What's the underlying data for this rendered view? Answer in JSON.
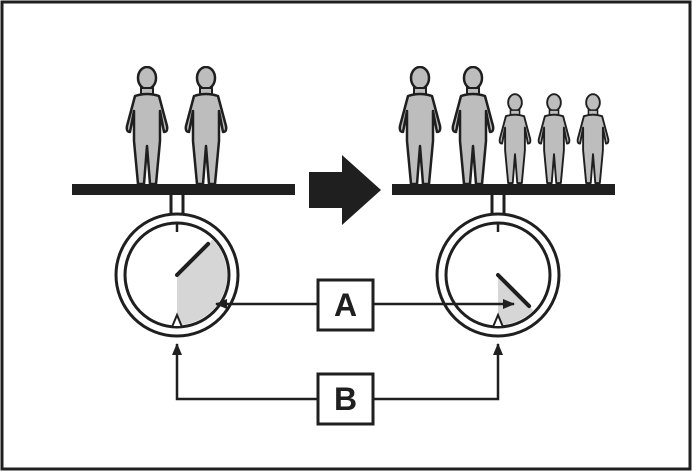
{
  "labels": {
    "a": "A",
    "b": "B"
  },
  "scale_before": {
    "people": [
      "adult",
      "adult"
    ],
    "needle_angle_deg": 45,
    "marker_angle_deg": 180
  },
  "scale_after": {
    "people": [
      "adult",
      "adult",
      "child",
      "child",
      "child"
    ],
    "needle_angle_deg": 135,
    "marker_angle_deg": 180
  },
  "colors": {
    "ink": "#1f1f1f",
    "person_fill": "#bdbdbd",
    "sector_fill": "#d6d6d6",
    "background": "#ffffff"
  }
}
